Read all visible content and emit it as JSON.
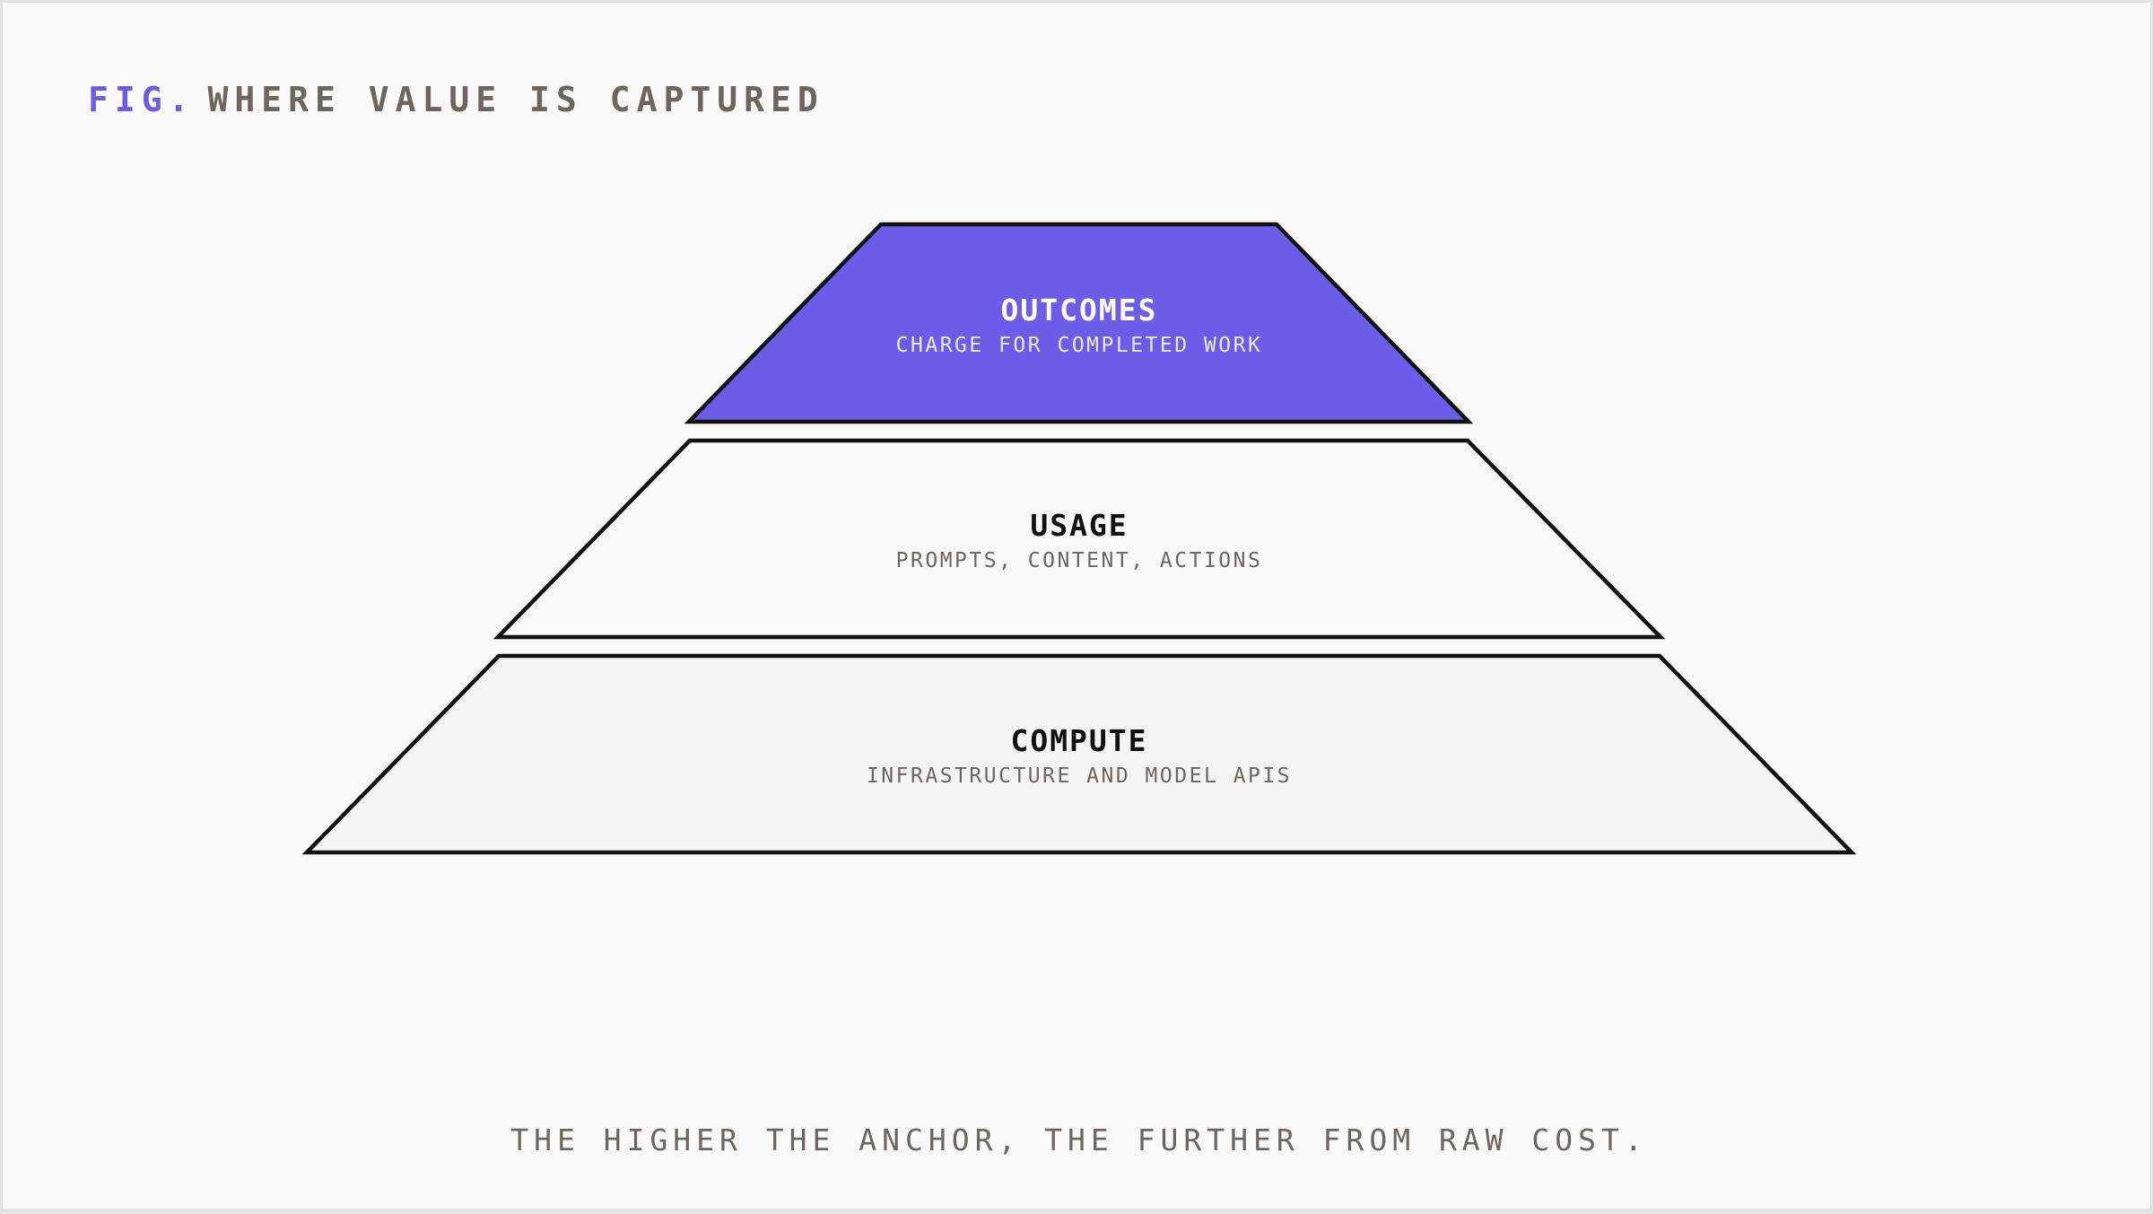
{
  "figure": {
    "label": "FIG.",
    "title": "WHERE VALUE IS CAPTURED"
  },
  "tiers": [
    {
      "name": "OUTCOMES",
      "description": "CHARGE FOR COMPLETED WORK",
      "fill": "#6c5ce7",
      "title_color": "#ffffff",
      "sub_color": "#ebe8ff"
    },
    {
      "name": "USAGE",
      "description": "PROMPTS, CONTENT, ACTIONS",
      "fill": "#f9f9f7",
      "title_color": "#111111",
      "sub_color": "#6b6660"
    },
    {
      "name": "COMPUTE",
      "description": "INFRASTRUCTURE AND MODEL APIS",
      "fill": "#f4f4f2",
      "title_color": "#111111",
      "sub_color": "#6b6660"
    }
  ],
  "caption": "THE HIGHER THE ANCHOR, THE FURTHER FROM RAW COST.",
  "colors": {
    "accent": "#6c5ce7",
    "outline": "#111111",
    "muted_text": "#6b6660",
    "background": "#f9f9f7"
  }
}
